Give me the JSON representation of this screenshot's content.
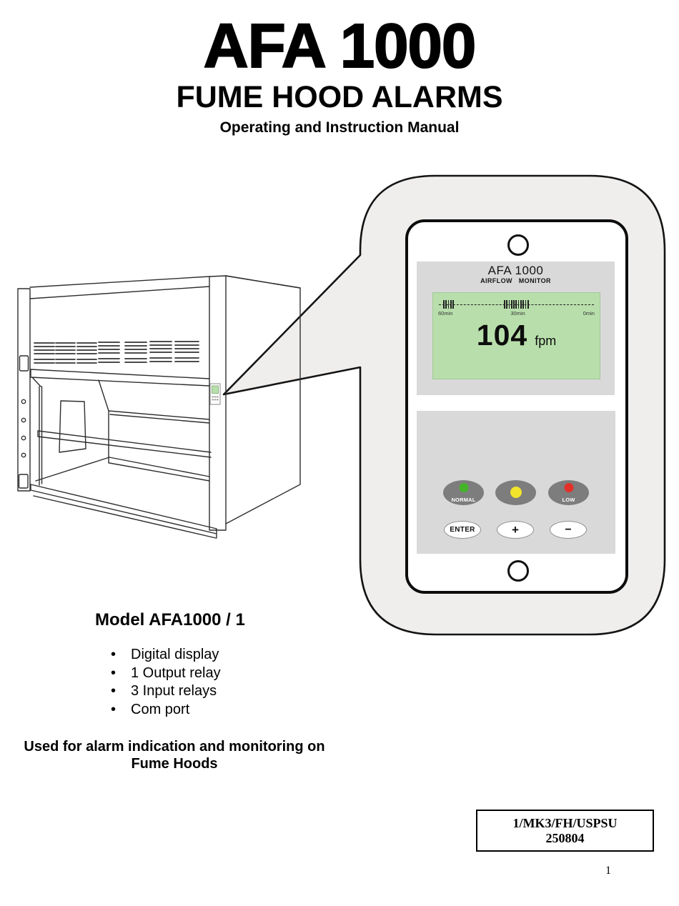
{
  "header": {
    "title": "AFA 1000",
    "subtitle": "FUME HOOD ALARMS",
    "tagline": "Operating and Instruction Manual"
  },
  "monitor": {
    "brand": "AFA 1000",
    "brand_sub": "AIRFLOW MONITOR",
    "display": {
      "value": "104",
      "unit": "fpm",
      "timeline_labels": [
        "60min",
        "30min",
        "0min"
      ]
    },
    "indicators": [
      {
        "label": "NORMAL",
        "color": "#45b32a"
      },
      {
        "label": "",
        "color": "#f2e42a"
      },
      {
        "label": "LOW",
        "color": "#e3312a"
      }
    ],
    "keys": [
      {
        "label": "ENTER"
      },
      {
        "label": "+"
      },
      {
        "label": "−"
      }
    ]
  },
  "model": {
    "heading": "Model AFA1000 / 1",
    "features": [
      "Digital display",
      "1 Output relay",
      "3 Input relays",
      "Com port"
    ],
    "usage_line1": "Used for alarm indication and monitoring on",
    "usage_line2": "Fume Hoods"
  },
  "footer": {
    "doc_code_line1": "1/MK3/FH/USPSU",
    "doc_code_line2": "250804",
    "page_number": "1"
  },
  "colors": {
    "screen_green": "#b8dfab",
    "panel_gray": "#d9d9d9",
    "balloon_gray": "#efeeed",
    "button_gray": "#7d7d7d",
    "led_green": "#45b32a",
    "led_yellow": "#f2e42a",
    "led_red": "#e3312a"
  }
}
